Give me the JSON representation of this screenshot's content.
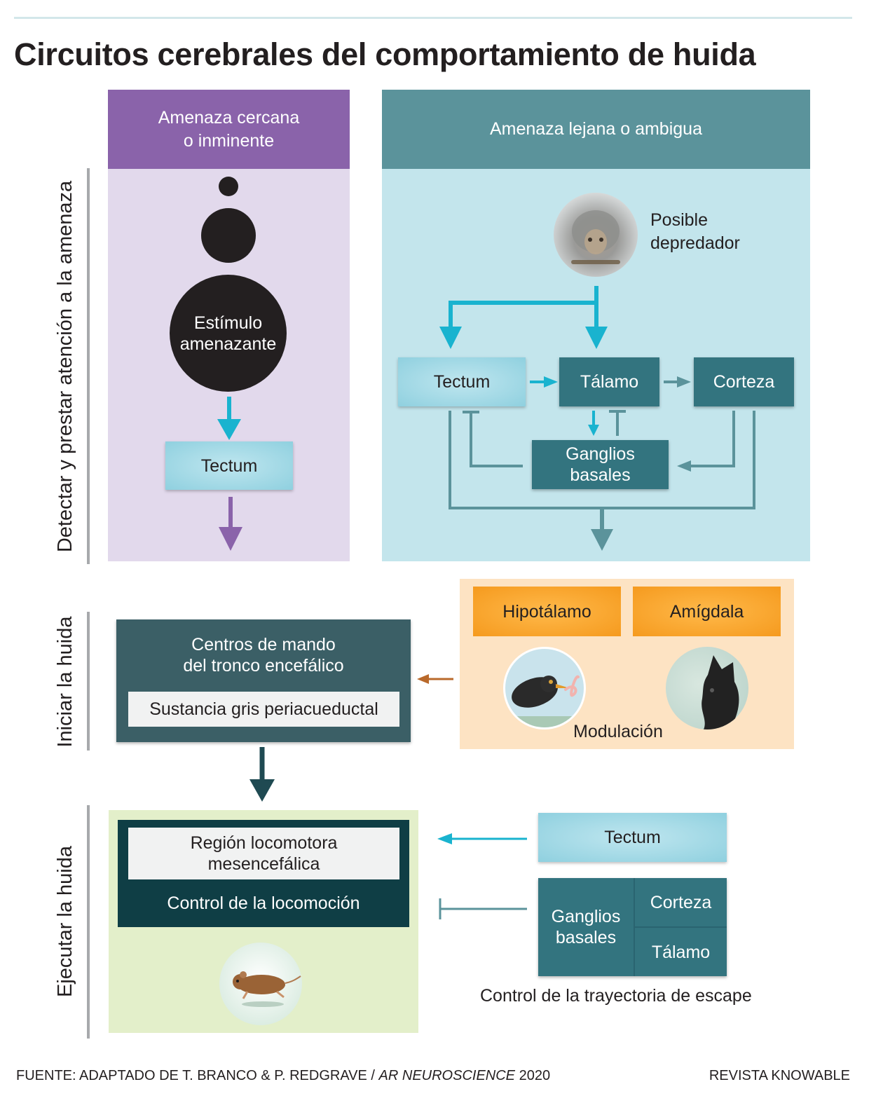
{
  "title": "Circuitos cerebrales del comportamiento de huida",
  "rows": {
    "detect": "Detectar y prestar atención a la amenaza",
    "initiate": "Iniciar la huida",
    "execute": "Ejecutar la huida"
  },
  "near_threat": {
    "header_line1": "Amenaza cercana",
    "header_line2": "o inminente",
    "stimulus_line1": "Estímulo",
    "stimulus_line2": "amenazante",
    "tectum": "Tectum"
  },
  "far_threat": {
    "header": "Amenaza lejana o ambigua",
    "predator_line1": "Posible",
    "predator_line2": "depredador",
    "tectum": "Tectum",
    "thalamus": "Tálamo",
    "cortex": "Corteza",
    "basal_ganglia_line1": "Ganglios",
    "basal_ganglia_line2": "basales"
  },
  "initiate": {
    "command_line1": "Centros de mando",
    "command_line2": "del tronco encefálico",
    "pag": "Sustancia gris periacueductal",
    "hypothalamus": "Hipotálamo",
    "amygdala": "Amígdala",
    "modulation": "Modulación"
  },
  "execute": {
    "mlr_line1": "Región locomotora",
    "mlr_line2": "mesencefálica",
    "locomotion": "Control de la locomoción",
    "tectum": "Tectum",
    "basal_ganglia_line1": "Ganglios",
    "basal_ganglia_line2": "basales",
    "cortex": "Corteza",
    "thalamus": "Tálamo",
    "trajectory": "Control de la trayectoria de escape"
  },
  "footer": {
    "source_prefix": "FUENTE: ADAPTADO DE T. BRANCO & P. REDGRAVE / ",
    "source_journal": "AR NEUROSCIENCE",
    "source_year": " 2020",
    "credit": "REVISTA KNOWABLE"
  },
  "colors": {
    "purple_header": "#8a63aa",
    "purple_panel": "#e2d9ec",
    "teal_header": "#5b939b",
    "teal_panel": "#c3e5ec",
    "dark_teal": "#33747f",
    "light_blue_arrow": "#19b3cf",
    "brown_arrow": "#b9692b",
    "orange_panel": "#fde3c3",
    "green_panel": "#e3efca"
  },
  "icons": [
    "owl-predator-icon",
    "bird-worm-icon",
    "cat-icon",
    "mouse-running-icon"
  ]
}
